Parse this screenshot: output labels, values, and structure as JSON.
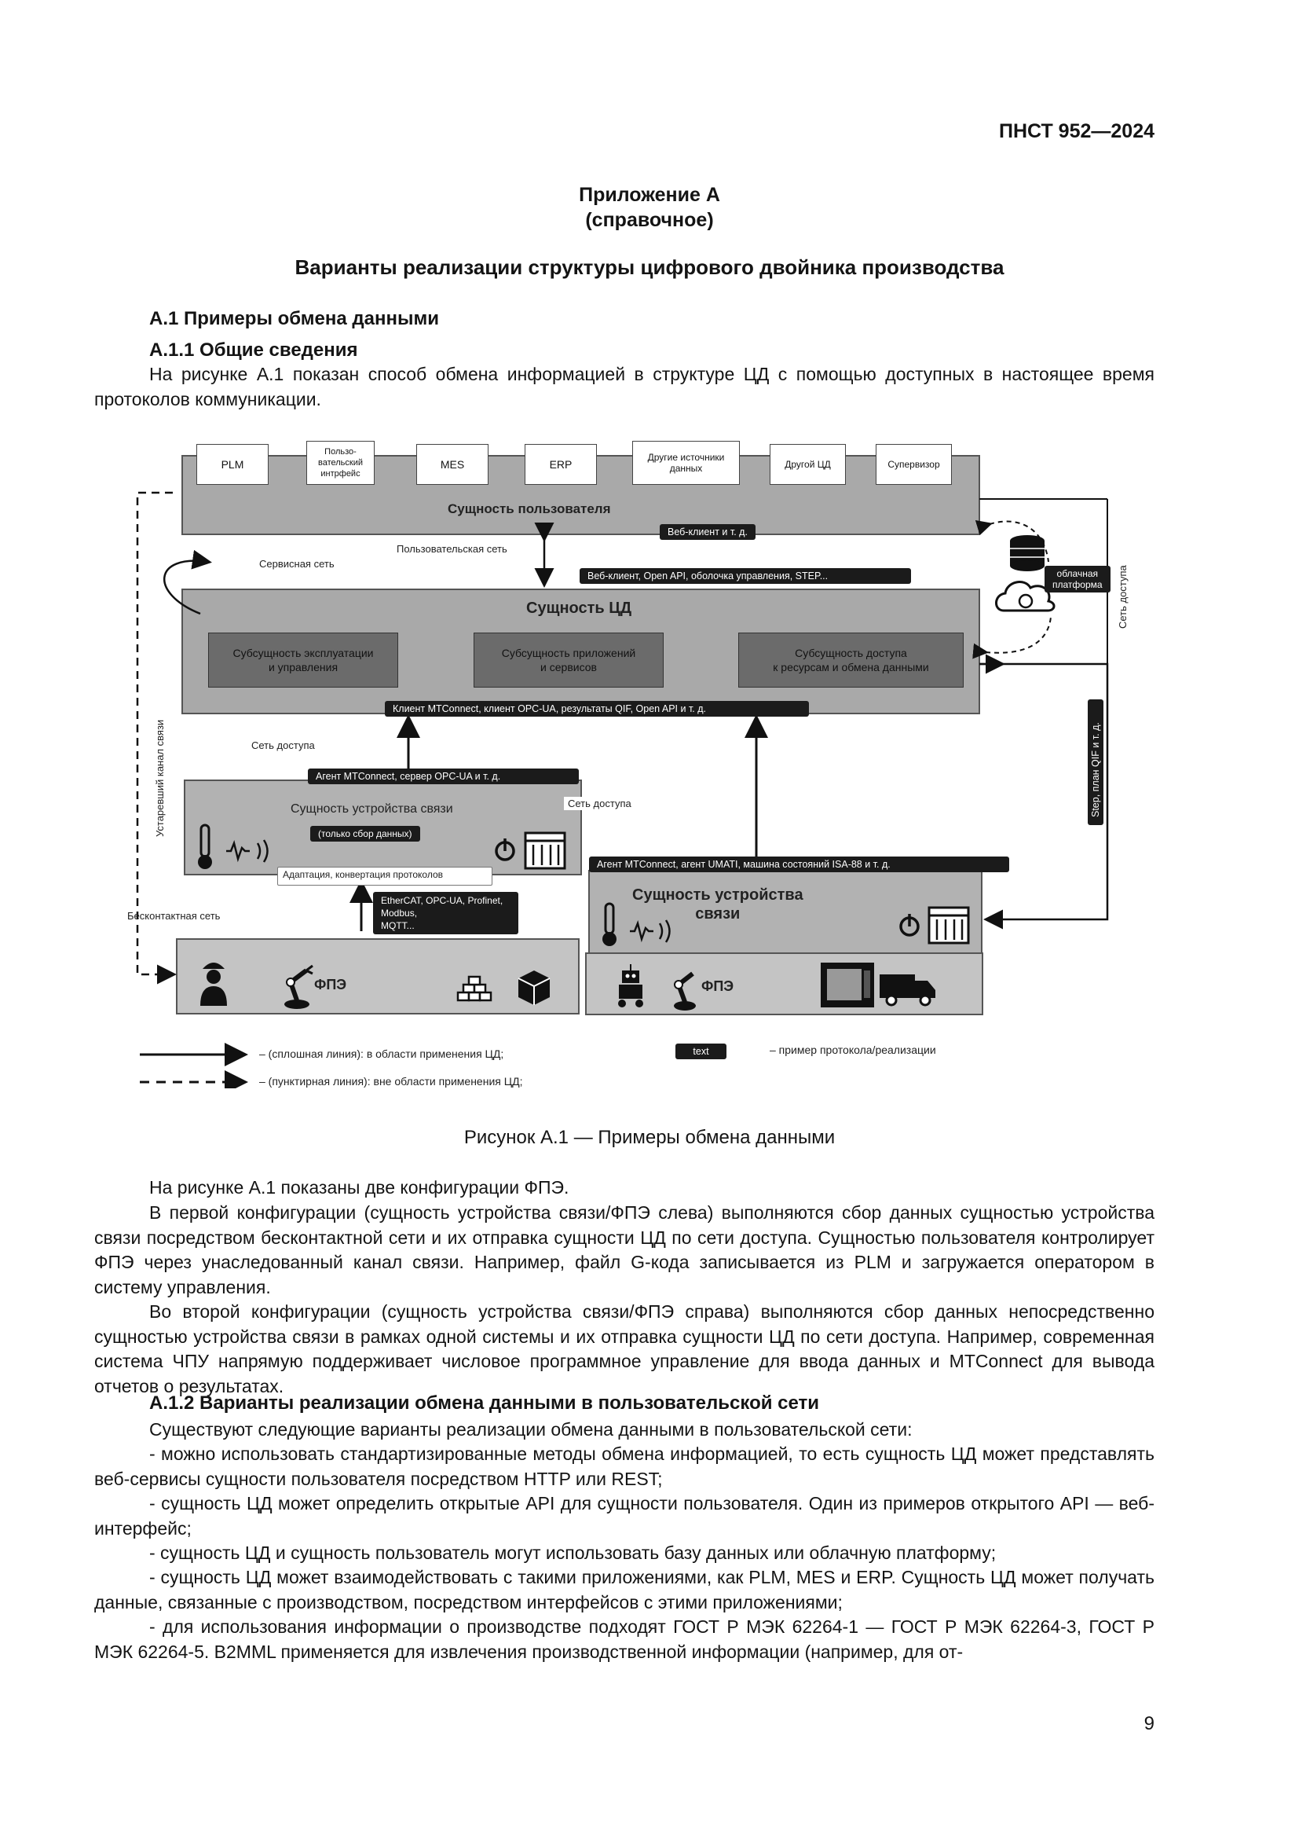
{
  "header": {
    "doc_number": "ПНСТ 952—2024"
  },
  "appendix": {
    "title": "Приложение А",
    "subtitle": "(справочное)",
    "heading": "Варианты реализации структуры цифрового двойника производства"
  },
  "sections": {
    "a1": "А.1 Примеры обмена данными",
    "a11": "А.1.1 Общие сведения",
    "a11_intro": "На рисунке А.1 показан способ обмена информацией в структуре ЦД с помощью доступных в настоящее время протоколов коммуникации.",
    "a12": "А.1.2 Варианты реализации обмена данными в пользовательской сети"
  },
  "diagram": {
    "user_entity": {
      "boxes": [
        "PLM",
        "Пользо-\nвательский\nинтрфейс",
        "MES",
        "ERP",
        "Другие источники\nданных",
        "Другой ЦД",
        "Супервизор"
      ],
      "title": "Сущность пользователя"
    },
    "tags": {
      "web_client": "Веб-клиент и т. д.",
      "web_api": "Веб-клиент, Open API, оболочка управления, STEP...",
      "dt_client": "Клиент MTConnect, клиент OPC-UA, результаты QIF, Open API и т. д.",
      "agent_left": "Агент MTConnect, сервер OPC-UA и т. д.",
      "agent_right": "Агент MTConnect, агент UMATI, машина состояний ISA-88 и т. д.",
      "only_collection": "(только сбор данных)",
      "protocols": "EtherCAT, OPC-UA, Profinet, Modbus,\nMQTT...",
      "cloud": "облачная\nплатформа",
      "step_qif": "Step, план QIF и т. д."
    },
    "labels": {
      "user_net": "Пользовательская сеть",
      "service_net": "Сервисная сеть",
      "access_net_left": "Сеть доступа",
      "access_net_mid": "Сеть доступа",
      "access_net_right": "Сеть доступа",
      "legacy_link": "Устаревший канал связи",
      "contactless": "Бесконтактная сеть",
      "adaptation": "Адаптация, конвертация протоколов"
    },
    "dt_entity": {
      "title": "Сущность ЦД",
      "subs": [
        "Субсущность эксплуатации\nи управления",
        "Субсущность приложений\nи сервисов",
        "Субсущность доступа\nк ресурсам и обмена данными"
      ]
    },
    "device_left": "Сущность устройства связи",
    "device_right": "Сущность устройства\nсвязи",
    "fpe_left": "ФПЭ",
    "fpe_right": "ФПЭ",
    "legend": {
      "solid": "– (сплошная линия): в области применения ЦД;",
      "dashed": "– (пунктирная линия): вне области применения ЦД;",
      "text_tag": "text",
      "tag_meaning": "– пример протокола/реализации"
    }
  },
  "figure_caption": "Рисунок А.1 — Примеры обмена данными",
  "paragraphs": [
    "На рисунке А.1 показаны две конфигурации ФПЭ.",
    "В первой конфигурации (сущность устройства связи/ФПЭ слева) выполняются сбор данных сущностью устройства связи посредством бесконтактной сети и их отправка сущности ЦД по сети доступа. Сущностью пользователя контролирует ФПЭ через унаследованный канал связи. Например, файл G-кода записывается из PLM и загружается оператором в систему управления.",
    "Во второй конфигурации (сущность устройства связи/ФПЭ справа) выполняются сбор данных непосредственно сущностью устройства связи в рамках одной системы и их отправка сущности ЦД по сети доступа. Например, современная система ЧПУ напрямую поддерживает числовое программное управление для ввода данных и MTConnect для вывода отчетов о результатах."
  ],
  "a12_paragraphs": [
    "Существуют следующие варианты реализации обмена данными в пользовательской сети:",
    "- можно использовать стандартизированные методы обмена информацией, то есть сущность ЦД может представлять веб-сервисы сущности пользователя посредством HTTP или REST;",
    "- сущность ЦД может определить открытые API для сущности пользователя. Один из примеров открытого API — веб-интерфейс;",
    "- сущность ЦД и сущность пользователь могут использовать базу данных или облачную платформу;",
    "- сущность ЦД может взаимодействовать с такими приложениями, как PLM, MES и ERP. Сущность ЦД может получать данные, связанные с производством, посредством интерфейсов с этими приложениями;",
    "- для использования информации о производстве подходят ГОСТ Р МЭК 62264-1 — ГОСТ Р МЭК 62264-3, ГОСТ Р МЭК 62264-5. B2MML применяется для извлечения производственной информации (например, для от-"
  ],
  "page_number": "9"
}
